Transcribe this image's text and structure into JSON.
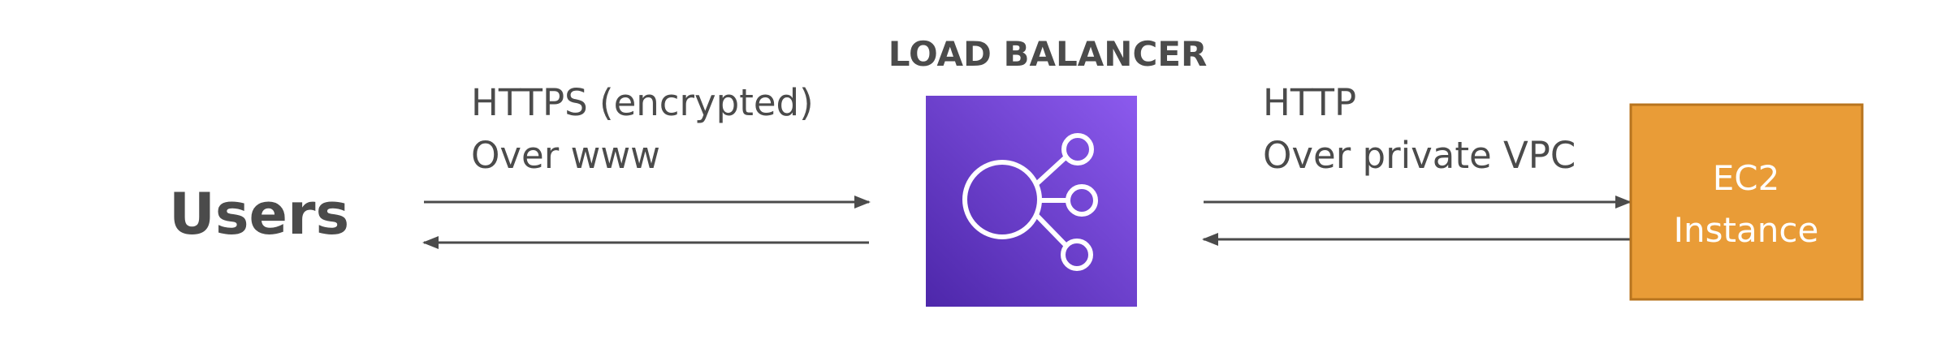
{
  "nodes": {
    "users": {
      "label": "Users"
    },
    "load_balancer": {
      "title": "LOAD BALANCER",
      "icon": "load-balancer-icon"
    },
    "ec2": {
      "line1": "EC2",
      "line2": "Instance"
    }
  },
  "links": {
    "client": {
      "line1": "HTTPS (encrypted)",
      "line2": "Over www"
    },
    "backend": {
      "line1": "HTTP",
      "line2": "Over private VPC"
    }
  },
  "colors": {
    "text": "#4b4b4b",
    "arrow": "#4b4b4b",
    "lb_gradient_start": "#4d27aa",
    "lb_gradient_end": "#8c5aee",
    "ec2_fill": "#e99c37",
    "ec2_border": "#b8741e",
    "ec2_text": "#ffffff"
  }
}
